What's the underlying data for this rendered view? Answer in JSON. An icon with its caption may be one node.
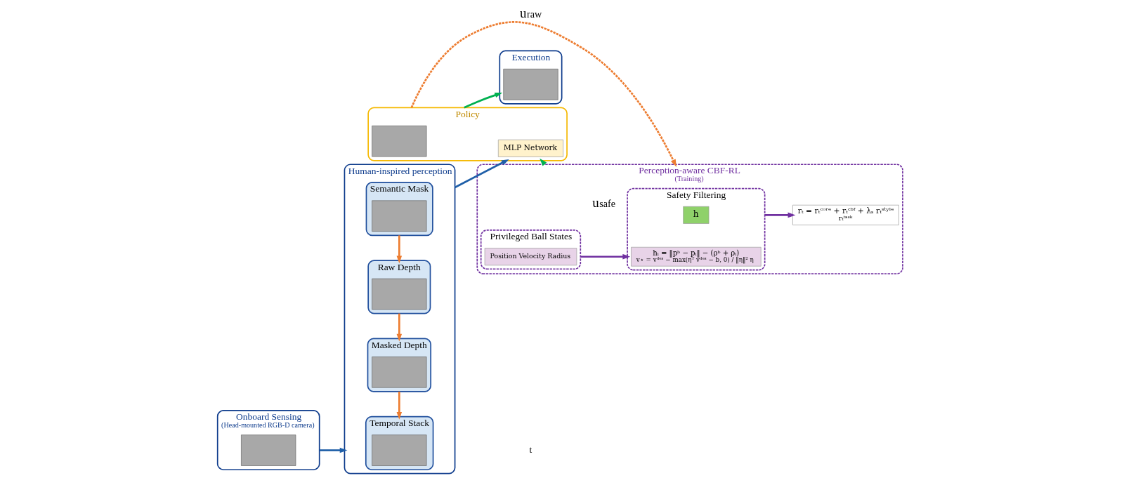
{
  "diagram": {
    "nodes": [
      {
        "text": [
          "Onboard Sensing",
          "(Head-mounted RGB-D camera)"
        ]
      },
      {
        "text": [],
        "shape": "box",
        "in": 0
      },
      {
        "text": [
          "Human-inspired perception"
        ]
      },
      {
        "text": [
          "Semantic Mask"
        ],
        "in": 2
      },
      {
        "text": [],
        "shape": "box",
        "in": 3
      },
      {
        "text": [
          "Raw Depth"
        ],
        "in": 2
      },
      {
        "text": [],
        "shape": "box",
        "in": 5
      },
      {
        "text": [
          "Masked Depth"
        ],
        "in": 2
      },
      {
        "text": [],
        "shape": "box",
        "in": 7
      },
      {
        "text": [
          "Temporal Stack"
        ],
        "in": 2
      },
      {
        "text": [],
        "shape": "box",
        "in": 9
      },
      {
        "text": [
          "Perception-aware CBF-RL",
          "(Training)"
        ]
      },
      {
        "text": [
          "Privileged Ball States"
        ],
        "in": 11
      },
      {
        "text": [
          "Position Velocity Radius"
        ],
        "in": 12
      },
      {
        "text": [
          "rₜ = rₜᶜᵒʳᵉ + rₜᶜᵇᶠ + λₛ rₜˢᵗʸˡᵉ",
          "rₜᵗᵃˢᵏ"
        ],
        "in": 11
      },
      {
        "text": [
          "Safety Filtering"
        ],
        "in": 11
      },
      {
        "text": [
          "h"
        ],
        "in": 15
      },
      {
        "text": [
          "hᵢ = ‖pᵇ − pᵢ‖ − (ρᵇ + ρᵢ)",
          "v⋆ = vᵈᵉˢ − max(ηᵀ vᵈᵉˢ − b, 0) / ‖η‖² η"
        ],
        "in": 15
      },
      {
        "text": [
          "Policy"
        ]
      },
      {
        "text": [],
        "shape": "box",
        "in": 18
      },
      {
        "text": [
          "MLP Network"
        ],
        "in": 18
      },
      {
        "text": [
          "Execution"
        ]
      },
      {
        "text": [],
        "shape": "box",
        "in": 21
      }
    ],
    "edges": [
      {
        "from": 0,
        "to": 2,
        "arrow": "to",
        "color": "#1f5fa8"
      },
      {
        "from": 3,
        "to": 5,
        "arrow": "to"
      },
      {
        "from": 5,
        "to": 7,
        "arrow": "to"
      },
      {
        "from": 7,
        "to": 9,
        "arrow": "to"
      },
      {
        "from": 2,
        "to": 18,
        "arrow": "to",
        "color": "#1f5fa8"
      },
      {
        "from": 12,
        "to": 15,
        "arrow": "to",
        "color": "#7030a0"
      },
      {
        "from": 15,
        "to": 14,
        "arrow": "to",
        "color": "#7030a0"
      },
      {
        "from": 18,
        "to": 11,
        "arrow": "to",
        "style": "dashed",
        "label": "u$_{raw}$"
      },
      {
        "from": 11,
        "to": 18,
        "arrow": "to",
        "style": "dashed",
        "label": "u$_{safe}$",
        "color": "#00b050"
      },
      {
        "from": 18,
        "to": 21,
        "arrow": "to",
        "color": "#00b050"
      }
    ],
    "labels": [
      "t"
    ]
  }
}
